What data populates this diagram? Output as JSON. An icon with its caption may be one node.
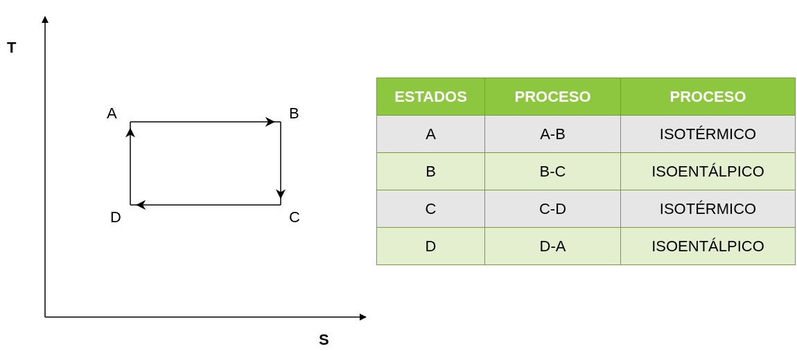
{
  "diagram": {
    "nodes": [
      {
        "text": [
          "A"
        ]
      },
      {
        "text": [
          "B"
        ]
      },
      {
        "text": [
          "C"
        ]
      },
      {
        "text": [
          "D"
        ]
      }
    ],
    "edges": [
      {
        "from": 0,
        "to": 1,
        "arrow": "to"
      },
      {
        "from": 1,
        "to": 2,
        "arrow": "to"
      },
      {
        "from": 2,
        "to": 3,
        "arrow": "to"
      },
      {
        "from": 3,
        "to": 0,
        "arrow": "to"
      }
    ],
    "labels": [
      "T",
      "S",
      "ESTADOS",
      "PROCESO",
      "PROCESO",
      "A",
      "A-B",
      "ISOTÉRMICO",
      "B",
      "B-C",
      "ISOENTÁLPICO",
      "C",
      "C-D",
      "ISOTÉRMICO",
      "D",
      "D-A",
      "ISOENTÁLPICO"
    ]
  }
}
